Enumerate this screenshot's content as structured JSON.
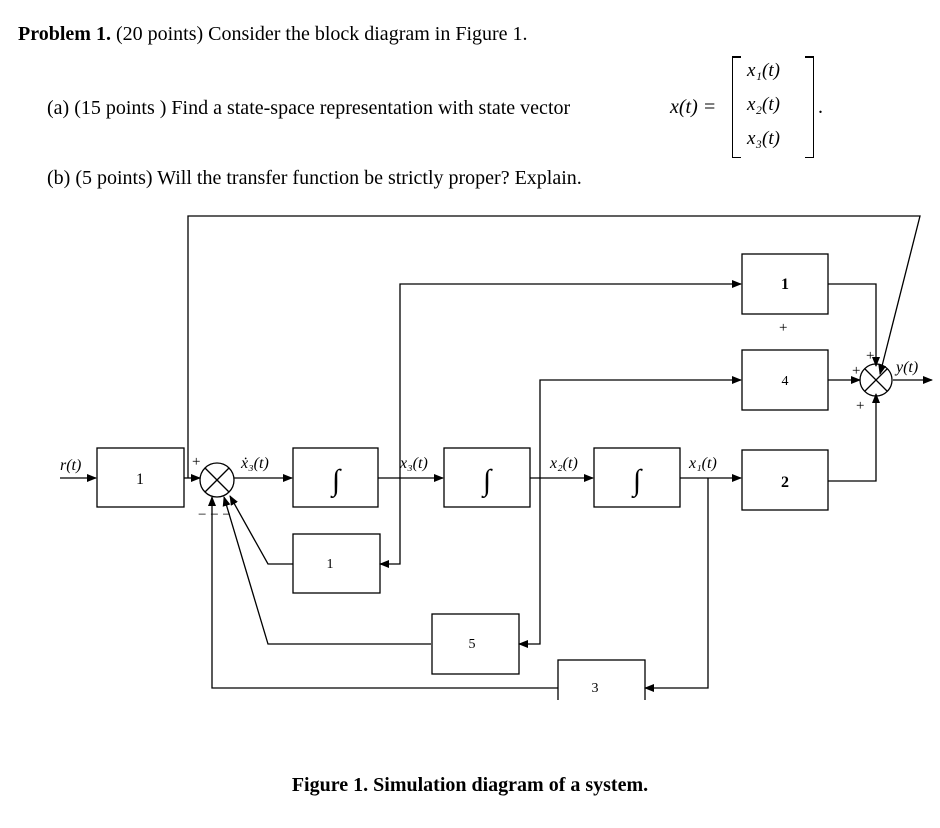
{
  "problem": {
    "heading": "Problem 1.",
    "intro": "(20 points)  Consider the block diagram in Figure 1.",
    "part_a": "(a)  (15 points ) Find a state-space representation with state vector",
    "state_vector": {
      "lhs": "x(t) =",
      "rows": [
        "x₁(t)",
        "x₂(t)",
        "x₃(t)"
      ],
      "end": "."
    },
    "part_b": "(b)  (5 points) Will the transfer function be strictly proper? Explain."
  },
  "diagram": {
    "input_label": "r(t)",
    "output_label": "y(t)",
    "blocks": {
      "input_gain": "1",
      "integrator_1": "∫",
      "integrator_2": "∫",
      "integrator_3": "∫",
      "feedback_x3": "1",
      "feedback_x2": "5",
      "feedback_x1": "3",
      "output_x3": "1",
      "output_x2": "4",
      "output_x1": "2"
    },
    "signals": {
      "x3_dot": "ẋ₃(t)",
      "x3": "x₃(t)",
      "x2": "x₂(t)",
      "x1": "x₁(t)"
    },
    "signs": {
      "sum1_input": "+",
      "sum1_feedback": "− − −",
      "sum2_top": "+",
      "sum2_left": "+",
      "sum2_bottom": "+",
      "sum2_under_block": "+"
    }
  },
  "caption": "Figure 1. Simulation diagram of a system."
}
